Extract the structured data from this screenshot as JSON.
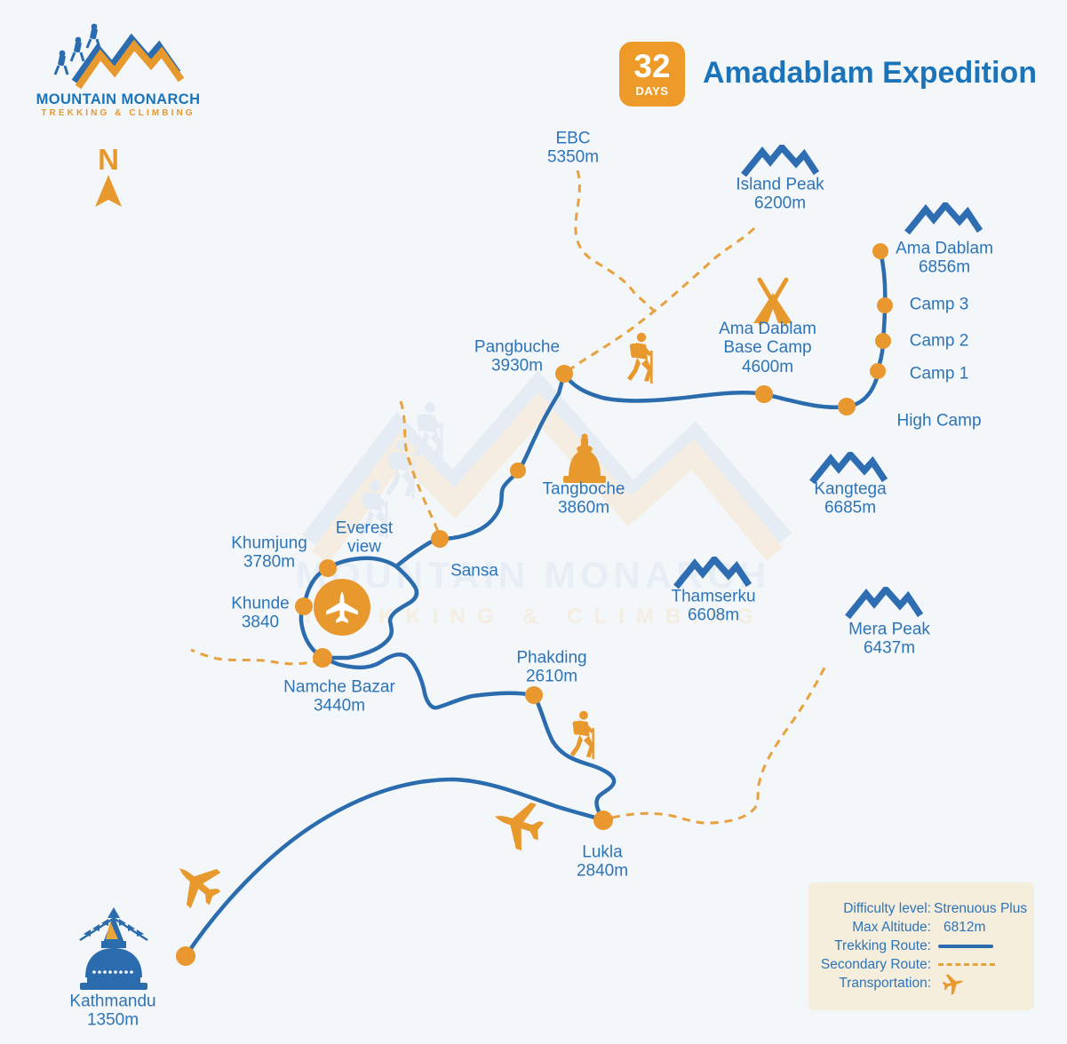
{
  "header": {
    "logo_line1": "MOUNTAIN MONARCH",
    "logo_line2": "TREKKING & CLIMBING",
    "badge_days": "32",
    "badge_days_label": "DAYS",
    "title": "Amadablam Expedition"
  },
  "compass": {
    "label": "N"
  },
  "watermark": {
    "line1": "MOUNTAIN MONARCH",
    "line2": "TREKKING & CLIMBING"
  },
  "places": {
    "ebc": {
      "name": "EBC",
      "alt": "5350m"
    },
    "island_peak": {
      "name": "Island Peak",
      "alt": "6200m"
    },
    "ama_dablam": {
      "name": "Ama Dablam",
      "alt": "6856m"
    },
    "camp3": {
      "name": "Camp 3"
    },
    "camp2": {
      "name": "Camp 2"
    },
    "camp1": {
      "name": "Camp 1"
    },
    "high_camp": {
      "name": "High Camp"
    },
    "adbc": {
      "name_line1": "Ama Dablam",
      "name_line2": "Base Camp",
      "alt": "4600m"
    },
    "pangbuche": {
      "name": "Pangbuche",
      "alt": "3930m"
    },
    "tangboche": {
      "name": "Tangboche",
      "alt": "3860m"
    },
    "kangtega": {
      "name": "Kangtega",
      "alt": "6685m"
    },
    "khumjung": {
      "name": "Khumjung",
      "alt": "3780m"
    },
    "everest_view": {
      "name_line1": "Everest",
      "name_line2": "view"
    },
    "sansa": {
      "name": "Sansa"
    },
    "khunde": {
      "name": "Khunde",
      "alt": "3840"
    },
    "thamserku": {
      "name": "Thamserku",
      "alt": "6608m"
    },
    "mera_peak": {
      "name": "Mera Peak",
      "alt": "6437m"
    },
    "namche": {
      "name": "Namche Bazar",
      "alt": "3440m"
    },
    "phakding": {
      "name": "Phakding",
      "alt": "2610m"
    },
    "lukla": {
      "name": "Lukla",
      "alt": "2840m"
    },
    "kathmandu": {
      "name": "Kathmandu",
      "alt": "1350m"
    }
  },
  "legend": {
    "difficulty_label": "Difficulty level:",
    "difficulty_value": "Strenuous Plus",
    "max_altitude_label": "Max Altitude:",
    "max_altitude_value": "6812m",
    "trekking_route_label": "Trekking Route:",
    "secondary_route_label": "Secondary Route:",
    "transportation_label": "Transportation:"
  },
  "colors": {
    "brand_blue": "#1b74ba",
    "label_blue": "#2d74b8",
    "accent_orange": "#e8992e",
    "route_blue": "#2a6cad",
    "dashed_orange": "#e8a13f",
    "legend_bg": "#f6eedd",
    "background": "#f4f7fa"
  }
}
